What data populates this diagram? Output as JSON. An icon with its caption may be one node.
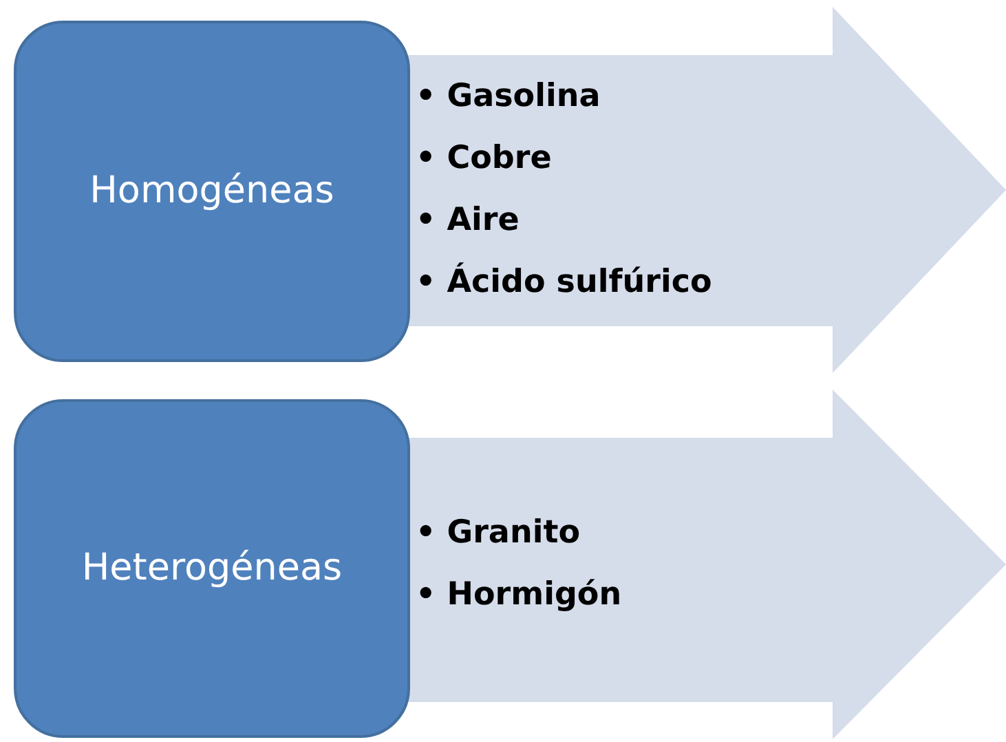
{
  "diagram": {
    "nodes": [
      {
        "text": [
          "Homogéneas"
        ]
      },
      {
        "text": [
          "• Gasolina",
          "• Cobre",
          "• Aire",
          "• Ácido sulfúrico"
        ]
      },
      {
        "text": [
          "Heterogéneas"
        ]
      },
      {
        "text": [
          "• Granito",
          "• Hormigón"
        ]
      }
    ]
  }
}
